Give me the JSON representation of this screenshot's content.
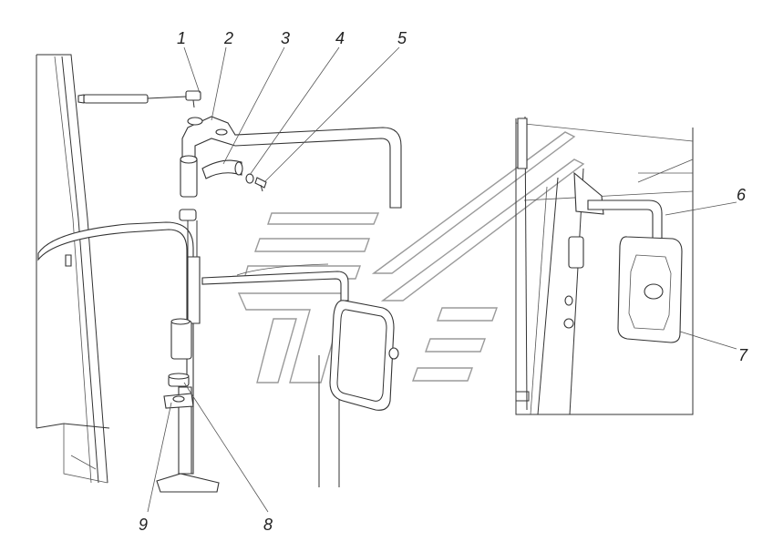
{
  "diagram": {
    "callouts": [
      {
        "id": "1",
        "label": "1"
      },
      {
        "id": "2",
        "label": "2"
      },
      {
        "id": "3",
        "label": "3"
      },
      {
        "id": "4",
        "label": "4"
      },
      {
        "id": "5",
        "label": "5"
      },
      {
        "id": "6",
        "label": "6"
      },
      {
        "id": "7",
        "label": "7"
      },
      {
        "id": "8",
        "label": "8"
      },
      {
        "id": "9",
        "label": "9"
      }
    ],
    "colors": {
      "line": "#333333",
      "watermark": "#9a9a9a",
      "background": "#ffffff"
    }
  }
}
